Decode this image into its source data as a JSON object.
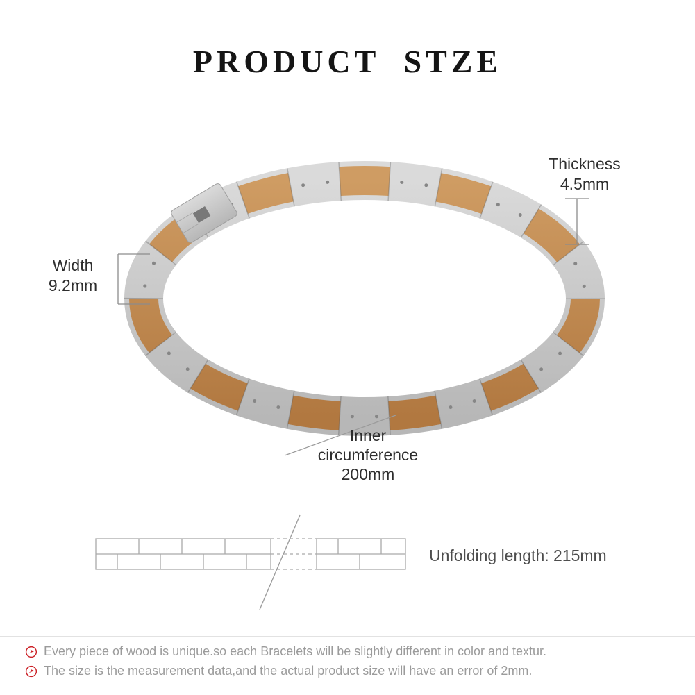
{
  "title": "PRODUCT  STZE",
  "dimensions": {
    "thickness": {
      "label": "Thickness",
      "value": "4.5mm"
    },
    "width": {
      "label": "Width",
      "value": "9.2mm"
    },
    "inner_circumference": {
      "line1": "Inner",
      "line2": "circumference",
      "line3": "200mm"
    },
    "unfolding_length": "Unfolding length: 215mm"
  },
  "notes": [
    {
      "text": "Every piece of wood is unique.so each Bracelets will be slightly different in color and textur."
    },
    {
      "text": "The size is the measurement data,and the actual product size will have an error of 2mm."
    }
  ],
  "colors": {
    "steel": "#c6c6c6",
    "wood": "#c08952",
    "accent_red": "#cb2026",
    "text_dark": "#2e2e2e",
    "text_gray": "#9b9b9b"
  }
}
